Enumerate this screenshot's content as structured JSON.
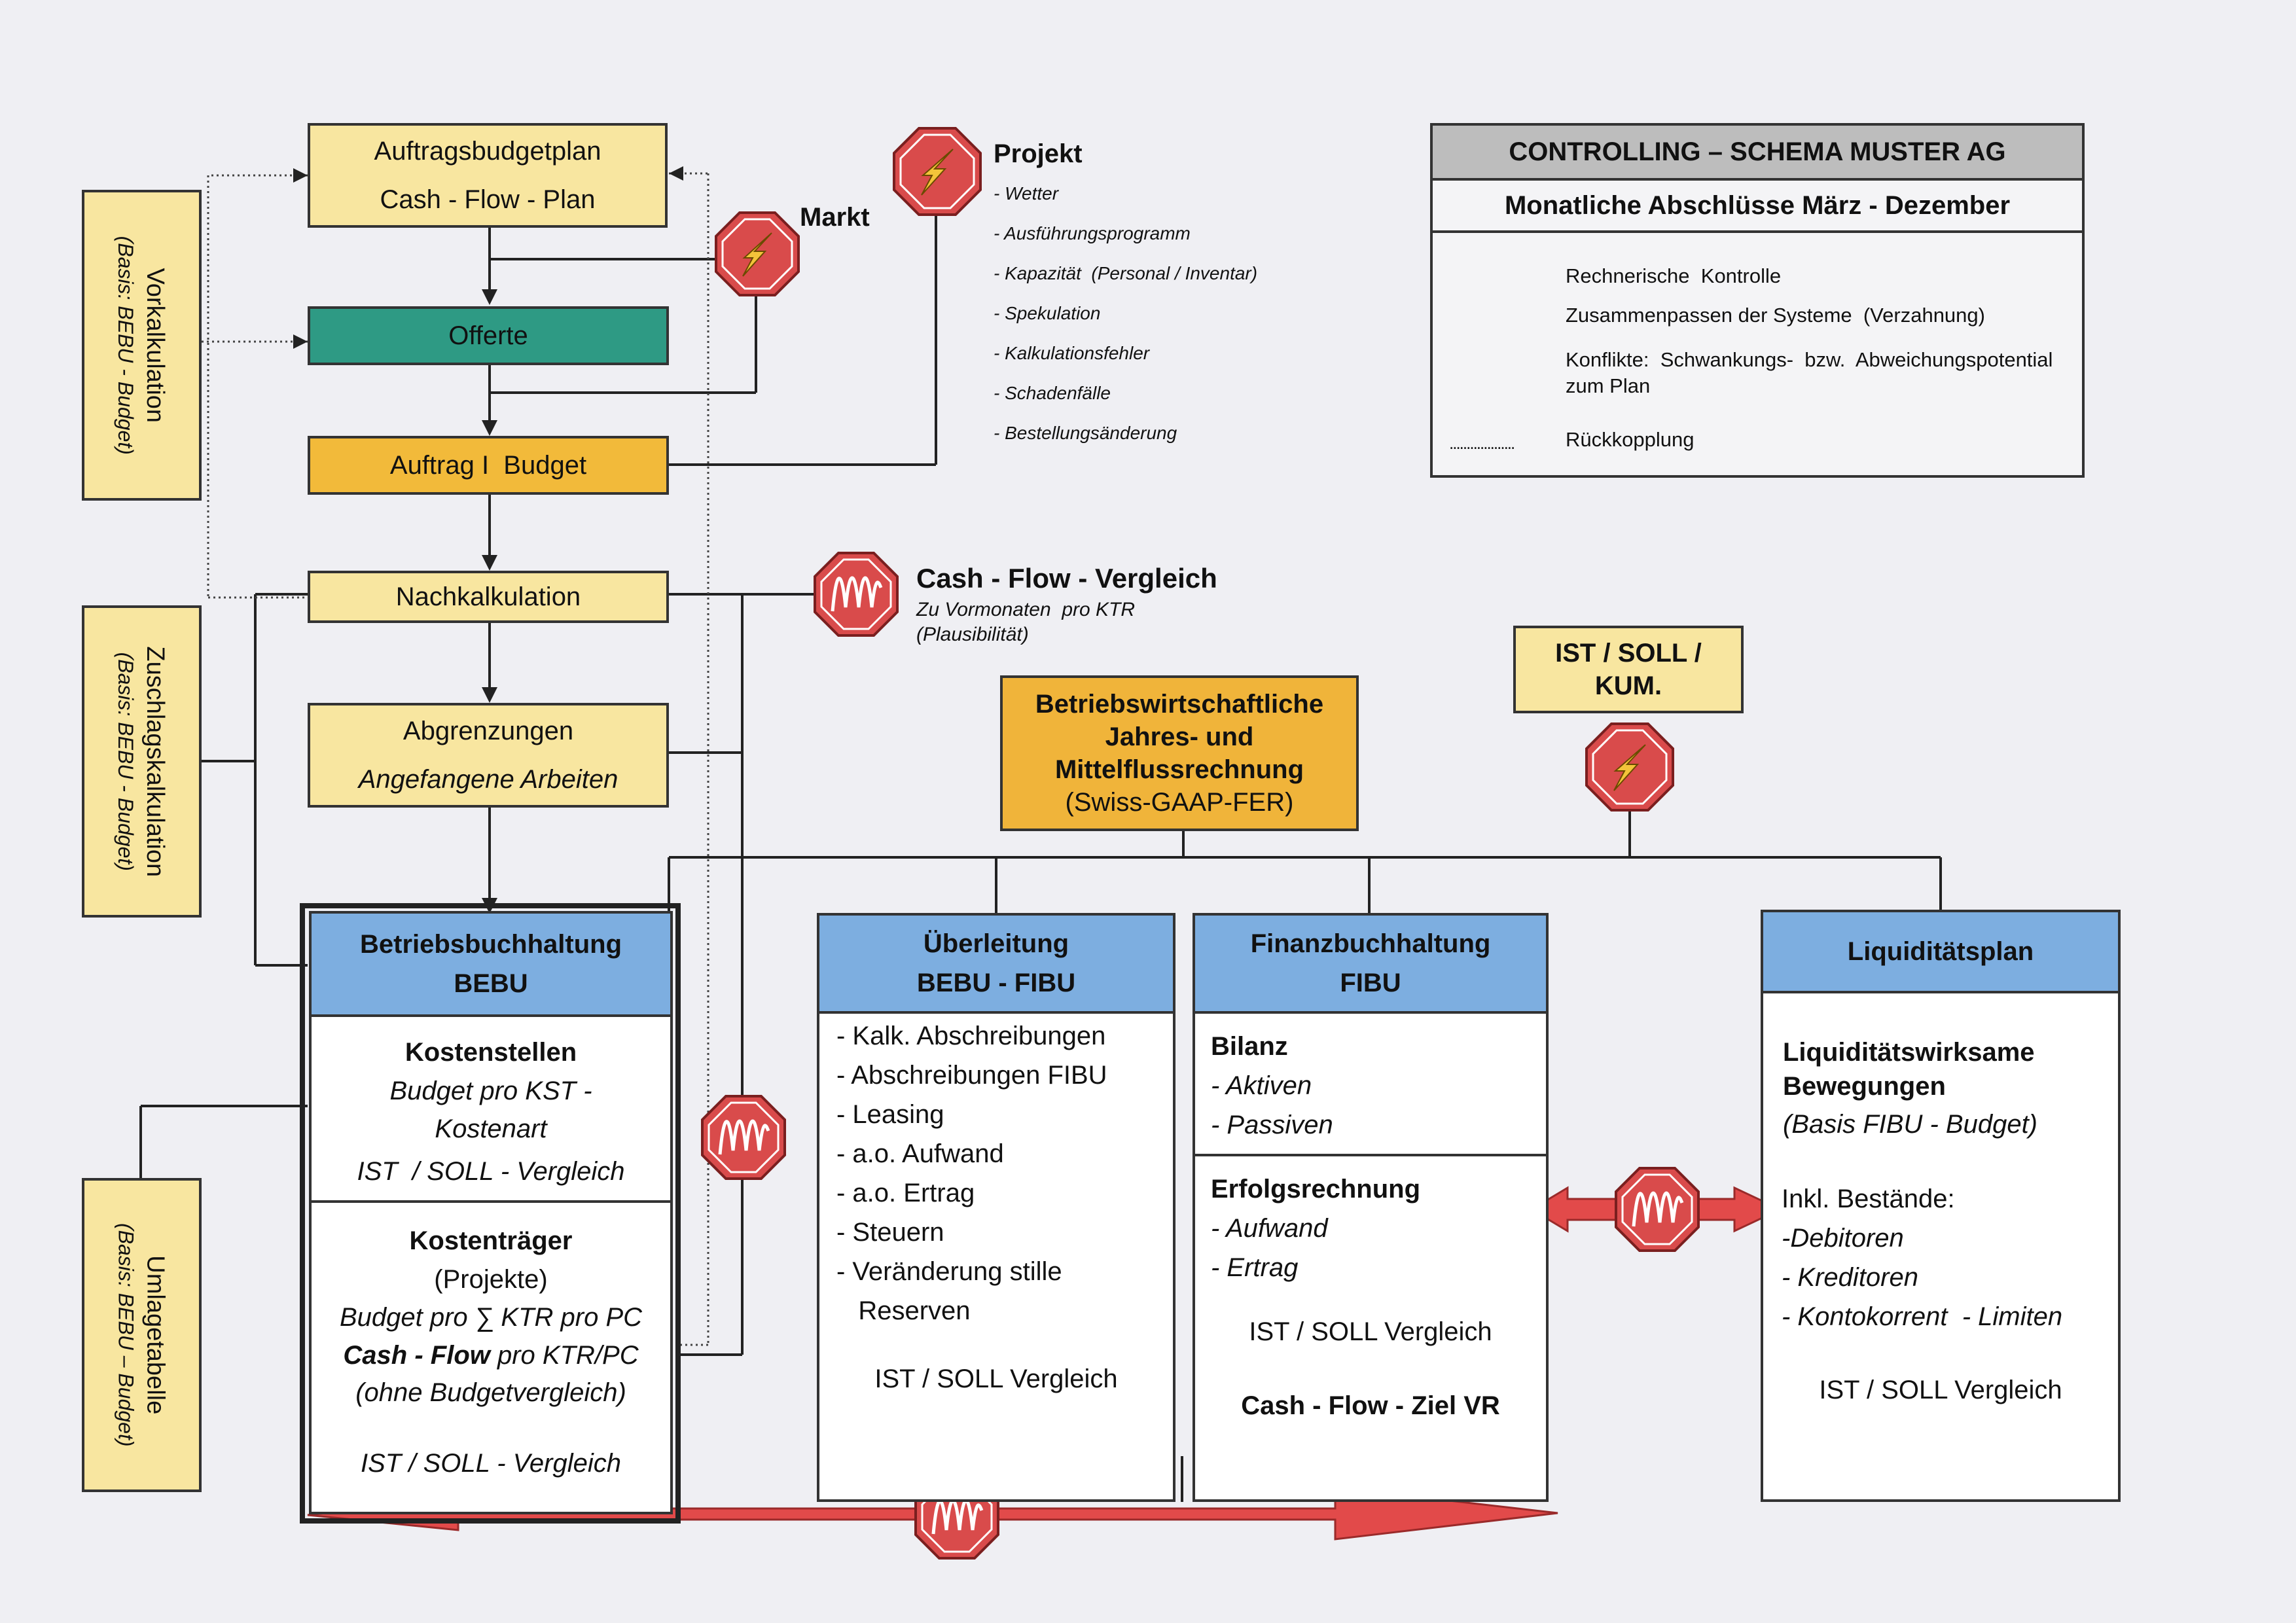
{
  "flow": {
    "auftragsbudgetplan": "Auftragsbudgetplan",
    "cash_flow_plan": "Cash - Flow - Plan",
    "offerte": "Offerte",
    "auftrag_budget": "Auftrag I  Budget",
    "nachkalkulation": "Nachkalkulation",
    "abgrenzungen": "Abgrenzungen",
    "angefangene_arbeiten": "Angefangene Arbeiten"
  },
  "side_labels": {
    "vorkalkulation": "Vorkalkulation",
    "vorkalkulation_sub": "(Basis: BEBU - Budget)",
    "zuschlag": "Zuschlagskalkulation",
    "zuschlag_sub": "(Basis: BEBU - Budget)",
    "umlage": "Umlagetabelle",
    "umlage_sub": "(Basis: BEBU – Budget)"
  },
  "markt": "Markt",
  "projekt": {
    "title": "Projekt",
    "items": [
      "- Wetter",
      "- Ausführungsprogramm",
      "- Kapazität  (Personal / Inventar)",
      "- Spekulation",
      "- Kalkulationsfehler",
      "- Schadenfälle",
      "- Bestellungsänderung"
    ]
  },
  "cashflow_vergleich": {
    "title": "Cash - Flow - Vergleich",
    "line1": "Zu Vormonaten  pro KTR",
    "line2": "(Plausibilität)"
  },
  "legend": {
    "title": "CONTROLLING – SCHEMA MUSTER AG",
    "subtitle": "Monatliche Abschlüsse März - Dezember",
    "rechnerische": "Rechnerische  Kontrolle",
    "zusammenpassen": "Zusammenpassen der Systeme  (Verzahnung)",
    "konflikte1": "Konflikte:  Schwankungs-  bzw.  Abweichungspotential",
    "konflikte2": "zum Plan",
    "dots": "...................",
    "rueckkopplung": "Rückkopplung"
  },
  "betriebswirtschaftlich": {
    "line1": "Betriebswirtschaftliche",
    "line2": "Jahres- und",
    "line3": "Mittelflussrechnung",
    "line4": "(Swiss-GAAP-FER)"
  },
  "ist_soll_kum": {
    "line1": "IST / SOLL /",
    "line2": "KUM."
  },
  "bebu": {
    "title1": "Betriebsbuchhaltung",
    "title2": "BEBU",
    "kst_title": "Kostenstellen",
    "kst_l1": "Budget pro KST -",
    "kst_l2": "Kostenart",
    "kst_l3": "IST  / SOLL - Vergleich",
    "ktr_title": "Kostenträger",
    "ktr_l1": "(Projekte)",
    "ktr_l2": "Budget pro ∑ KTR pro PC",
    "ktr_l3a": "Cash - Flow",
    "ktr_l3b": " pro KTR/PC",
    "ktr_l4": "(ohne Budgetvergleich)",
    "ktr_l5": "IST / SOLL - Vergleich"
  },
  "ueberleitung": {
    "title1": "Überleitung",
    "title2": "BEBU - FIBU",
    "items": [
      "- Kalk. Abschreibungen",
      "- Abschreibungen FIBU",
      "- Leasing",
      "- a.o. Aufwand",
      "- a.o. Ertrag",
      "- Steuern",
      "- Veränderung stille",
      "   Reserven"
    ],
    "footer": "IST / SOLL Vergleich"
  },
  "fibu": {
    "title1": "Finanzbuchhaltung",
    "title2": "FIBU",
    "bilanz": "Bilanz",
    "aktiven": "- Aktiven",
    "passiven": "- Passiven",
    "erfolg": "Erfolgsrechnung",
    "aufwand": "- Aufwand",
    "ertrag": "- Ertrag",
    "vergleich": "IST / SOLL Vergleich",
    "cashflow_ziel": "Cash - Flow - Ziel VR"
  },
  "liquiditaet": {
    "title": "Liquiditätsplan",
    "wirksame1": "Liquiditätswirksame",
    "wirksame2": "Bewegungen",
    "basis": "(Basis FIBU - Budget)",
    "inkl": "Inkl. Bestände:",
    "debitoren": "-Debitoren",
    "kreditoren": "- Kreditoren",
    "konto_a": "- Kontokorrent",
    "konto_b": "  - Limiten",
    "vergleich": "IST / SOLL Vergleich"
  },
  "colors": {
    "yellow": "#f8e6a0",
    "green": "#2e9a84",
    "orange": "#f2ba3a",
    "blue_header": "#7daee0",
    "red_icon": "#d94b4b",
    "arrow_red": "#e24a4a"
  },
  "icons": [
    "lightning-icon",
    "wave-icon"
  ]
}
